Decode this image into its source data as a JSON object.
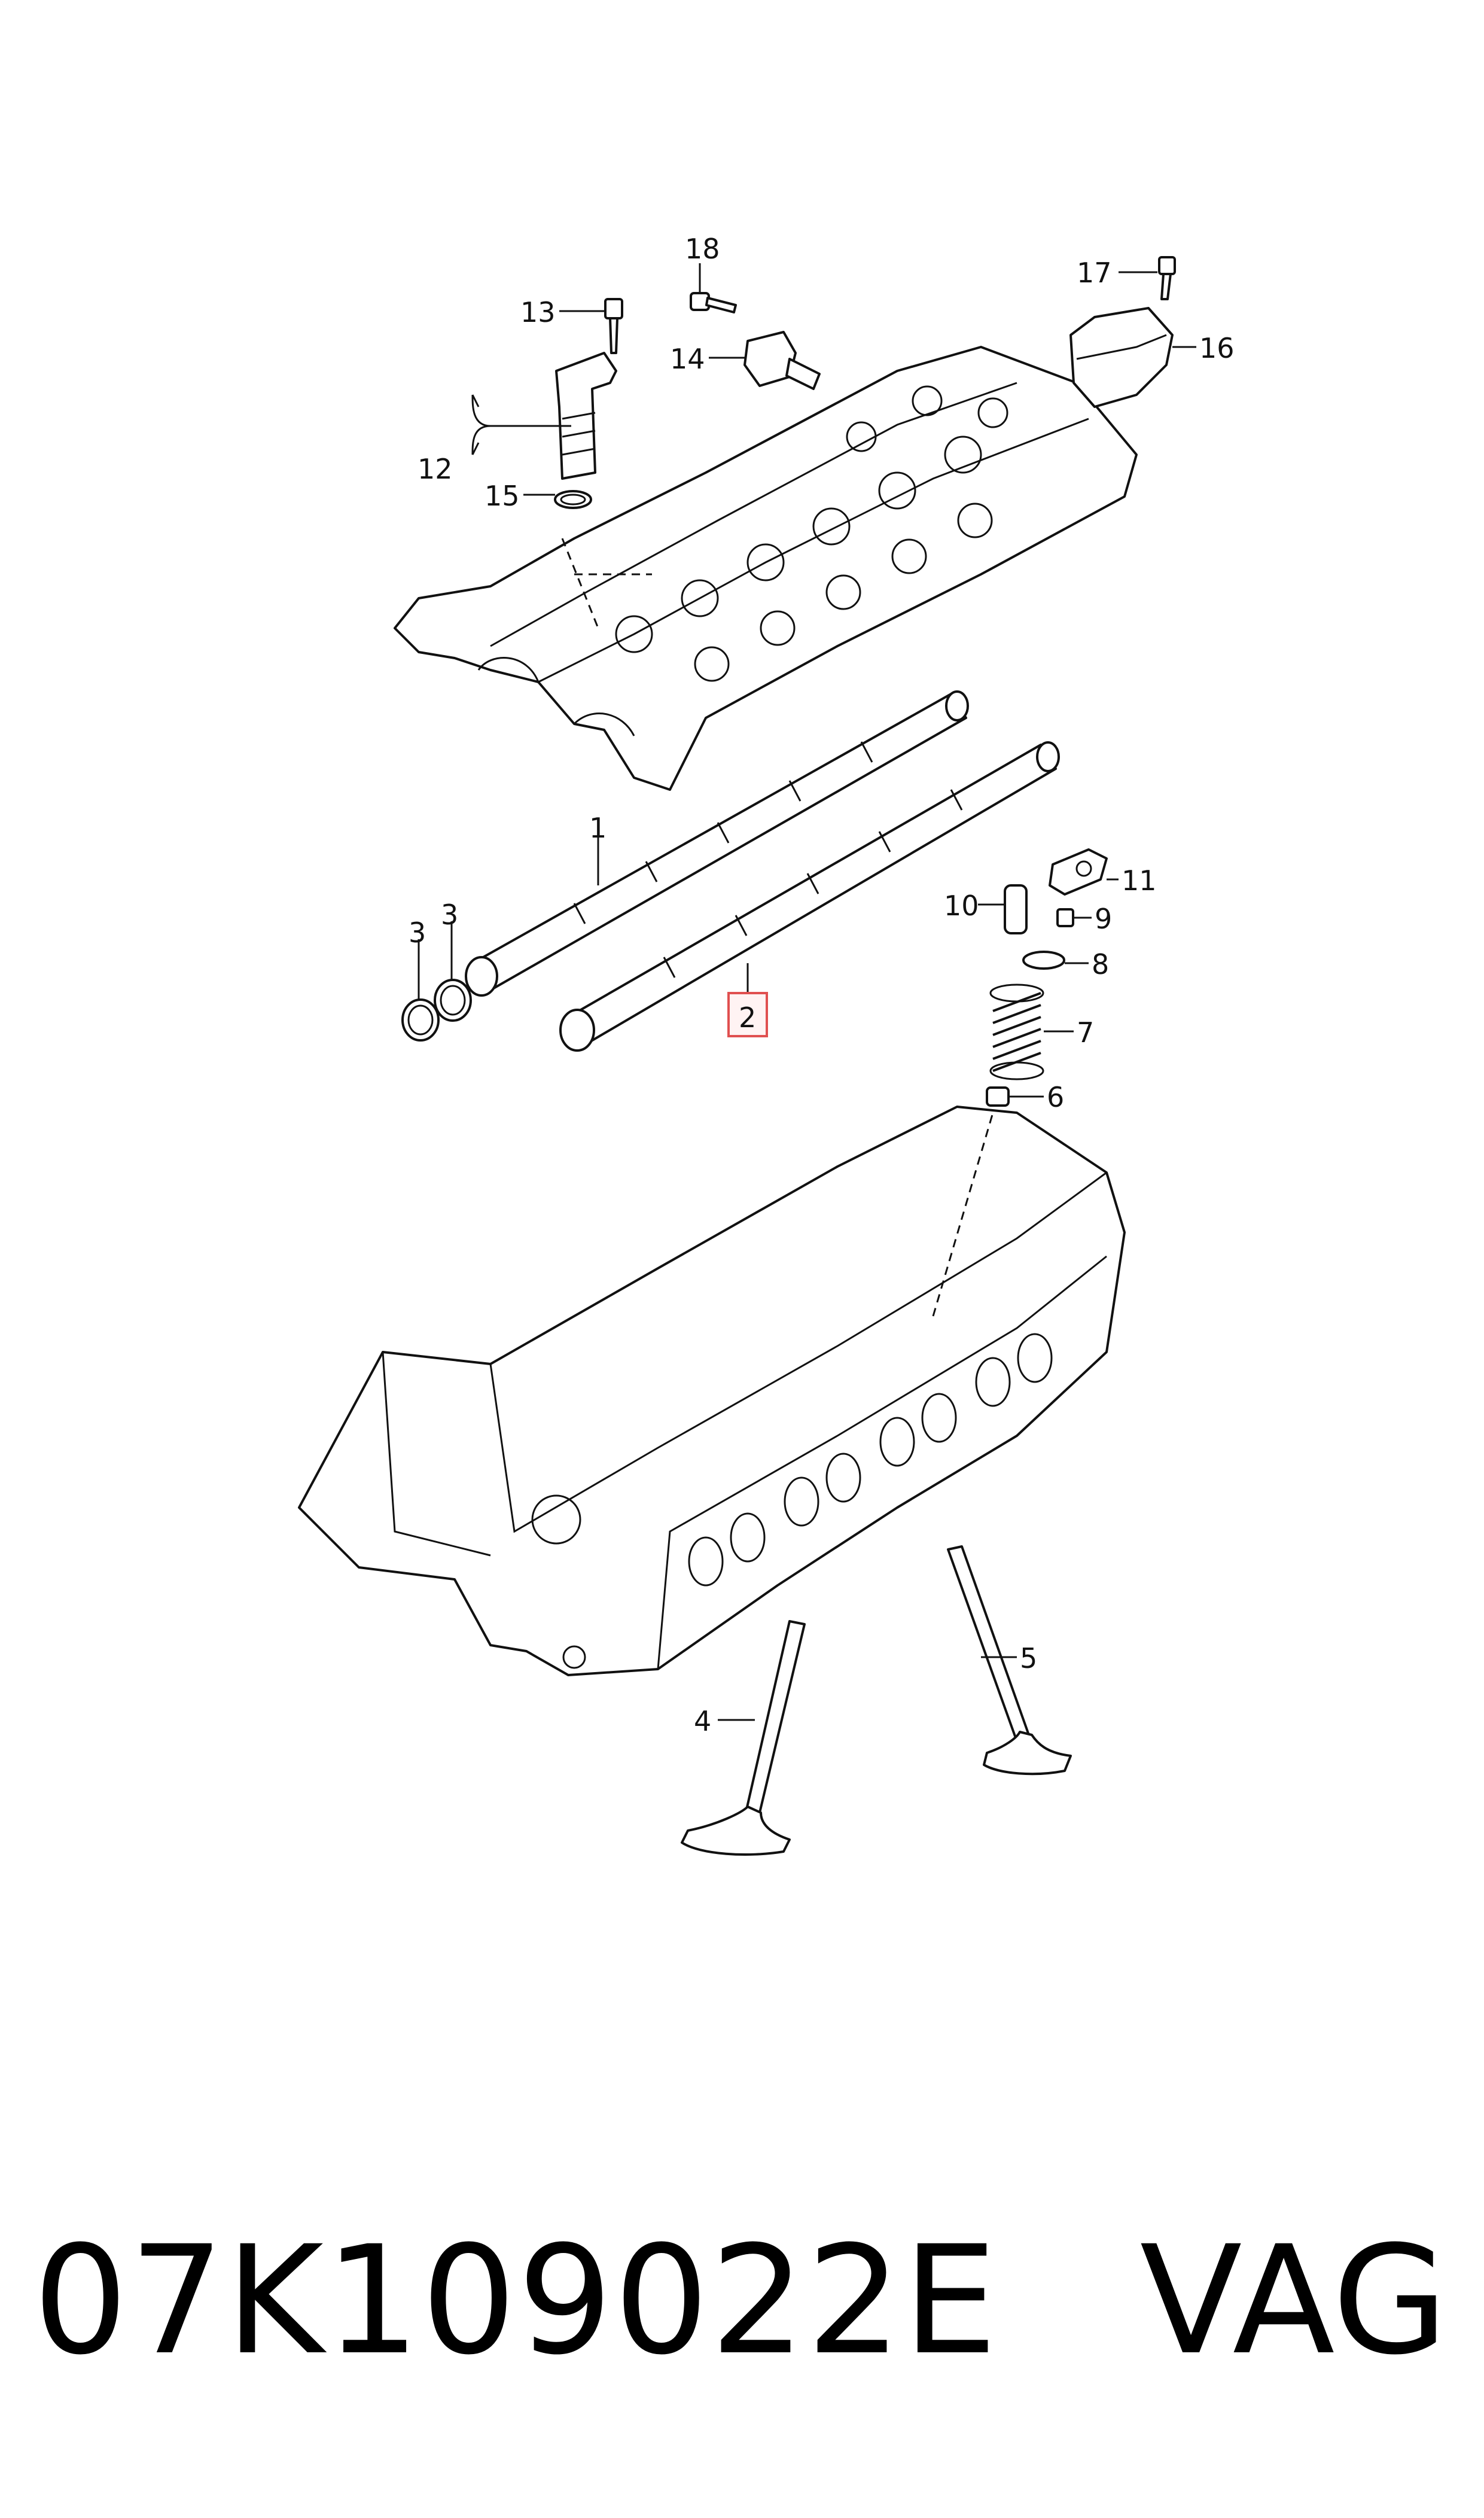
{
  "callouts": {
    "c1": "1",
    "c2": "2",
    "c3a": "3",
    "c3b": "3",
    "c4": "4",
    "c5": "5",
    "c6": "6",
    "c7": "7",
    "c8": "8",
    "c9": "9",
    "c10": "10",
    "c11": "11",
    "c12": "12",
    "c13": "13",
    "c14": "14",
    "c15": "15",
    "c16": "16",
    "c17": "17",
    "c18": "18"
  },
  "highlighted_callout": "2",
  "highlight_color": "#e05050",
  "footer": {
    "part_number": "07K109022E",
    "brand": "VAG"
  }
}
